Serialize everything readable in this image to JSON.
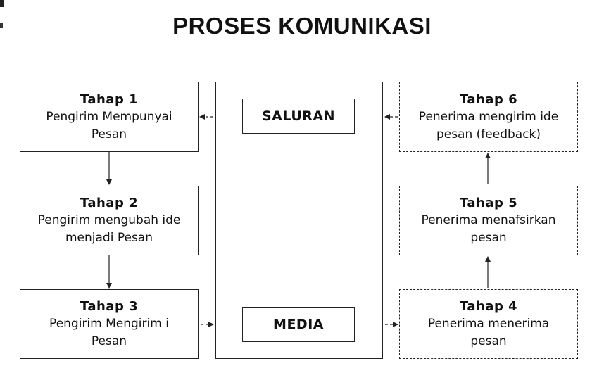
{
  "title": "PROSES KOMUNIKASI",
  "stages": [
    {
      "label": "Tahap 1",
      "text": "Pengirim Mempunyai\nPesan"
    },
    {
      "label": "Tahap 2",
      "text": "Pengirim mengubah ide\nmenjadi  Pesan"
    },
    {
      "label": "Tahap 3",
      "text": "Pengirim Mengirim i\nPesan"
    },
    {
      "label": "Tahap 4",
      "text": "Penerima menerima\npesan"
    },
    {
      "label": "Tahap 5",
      "text": "Penerima menafsirkan\npesan"
    },
    {
      "label": "Tahap 6",
      "text": "Penerima mengirim ide\npesan (feedback)"
    }
  ],
  "channel": {
    "saluran": "SALURAN",
    "media": "MEDIA"
  }
}
